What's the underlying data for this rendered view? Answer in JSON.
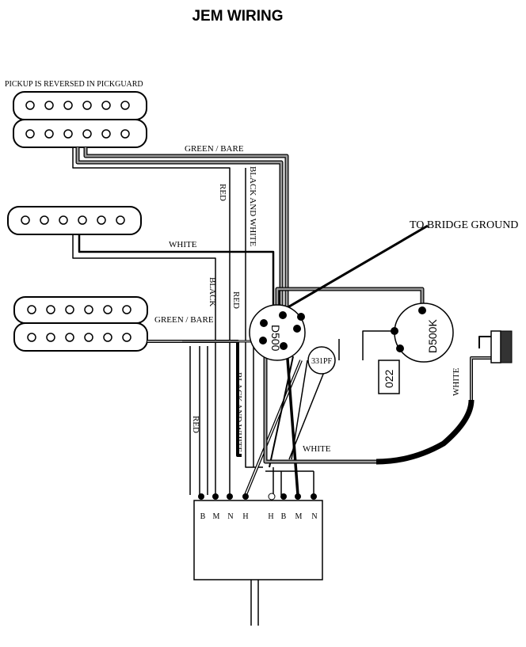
{
  "title": "JEM WIRING",
  "notes": {
    "pickup_reversed": "PICKUP IS REVERSED IN PICKGUARD",
    "bridge_ground": "TO BRIDGE GROUND"
  },
  "wire_labels": {
    "green_bare_top": "GREEN / BARE",
    "red_top": "RED",
    "black_white_top": "BLACK AND WHITE",
    "white_mid": "WHITE",
    "black_mid": "BLACK",
    "red_mid": "RED",
    "green_bare_bottom": "GREEN / BARE",
    "red_low": "RED",
    "black_white_low": "BLACK AND WHITE",
    "white_lower": "WHITE",
    "white_jack": "WHITE"
  },
  "components": {
    "volume_pot": "D500",
    "tone_pot": "D500K",
    "capacitor": "331PF",
    "tone_cap": "022"
  },
  "switch_terminals": [
    "B",
    "M",
    "N",
    "H",
    "H",
    "B",
    "M",
    "N"
  ]
}
